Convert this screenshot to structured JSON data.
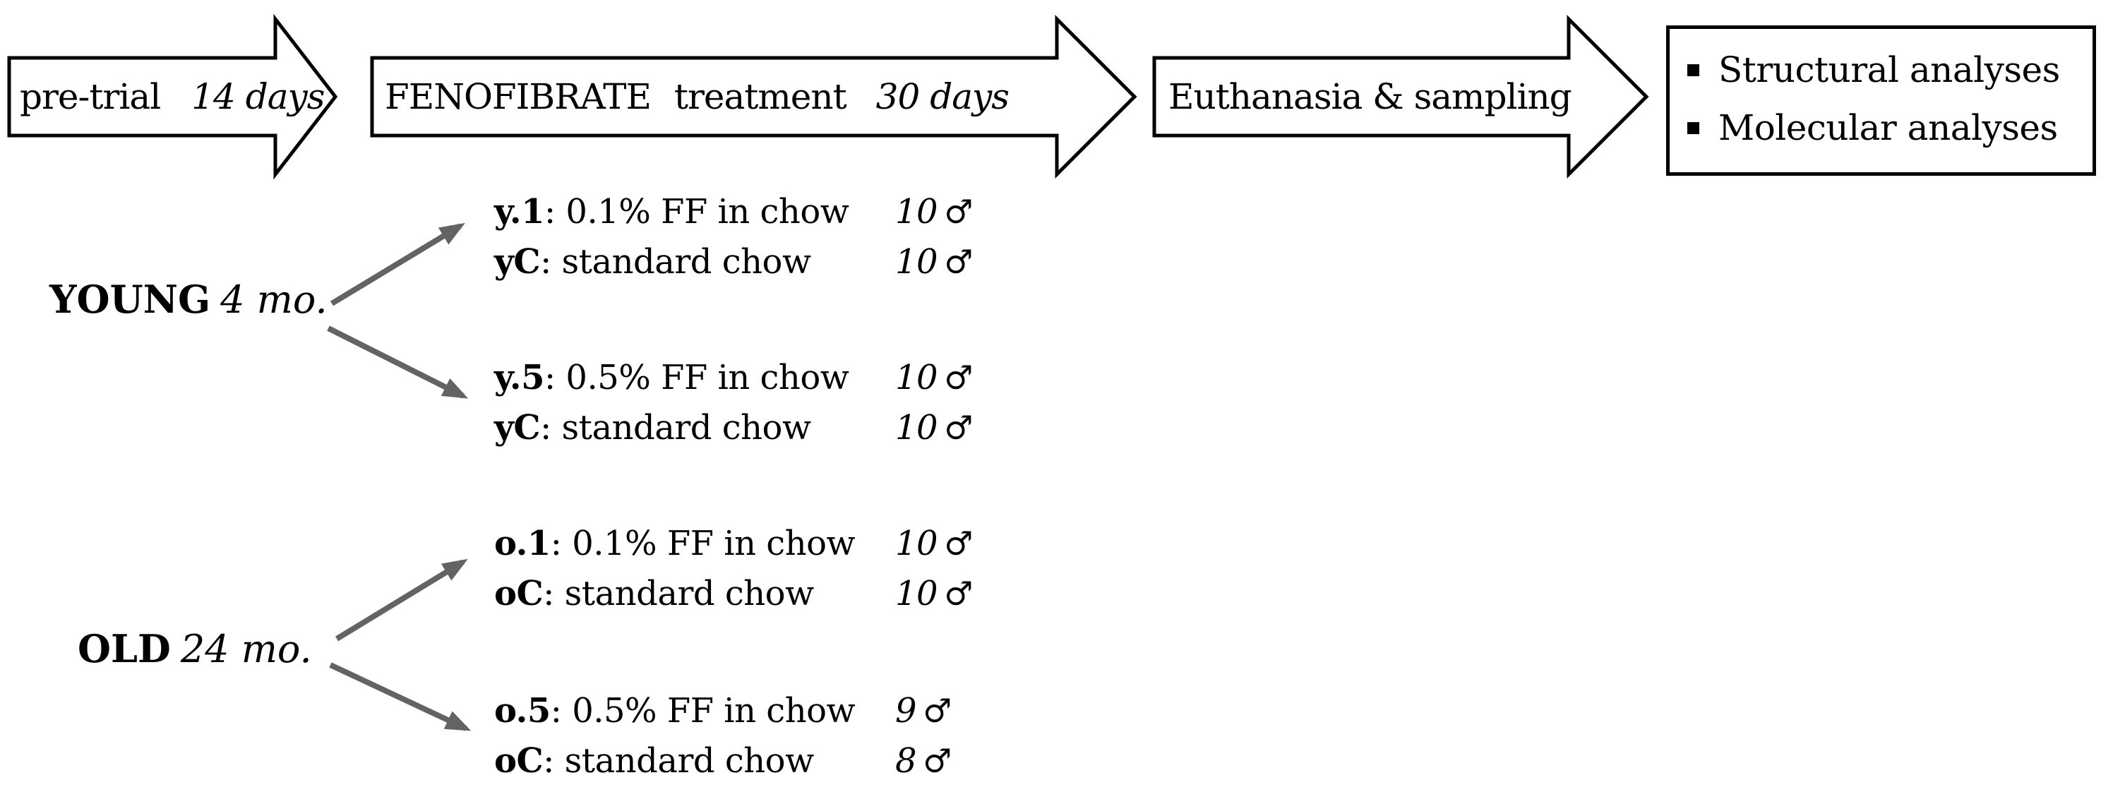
{
  "colors": {
    "ink": "#000000",
    "gray_arrow": "#636363",
    "background": "#ffffff"
  },
  "timeline": {
    "stages": [
      {
        "label": "pre-trial",
        "duration": "14 days"
      },
      {
        "label": "FENOFIBRATE treatment",
        "duration": "30 days"
      },
      {
        "label": "Euthanasia & sampling"
      }
    ]
  },
  "outcomes": {
    "bullets": [
      "Structural analyses",
      "Molecular analyses"
    ]
  },
  "cohorts": [
    {
      "name": "YOUNG",
      "age": "4 mo.",
      "branches": [
        {
          "rows": [
            {
              "code": "y.1",
              "desc": ": 0.1% FF in chow",
              "count": "10",
              "sex": "♂"
            },
            {
              "code": "yC",
              "desc": ": standard chow",
              "count": "10",
              "sex": "♂"
            }
          ]
        },
        {
          "rows": [
            {
              "code": "y.5",
              "desc": ": 0.5% FF in chow",
              "count": "10",
              "sex": "♂"
            },
            {
              "code": "yC",
              "desc": ": standard chow",
              "count": "10",
              "sex": "♂"
            }
          ]
        }
      ]
    },
    {
      "name": "OLD",
      "age": "24 mo.",
      "branches": [
        {
          "rows": [
            {
              "code": "o.1",
              "desc": ": 0.1% FF in chow",
              "count": "10",
              "sex": "♂"
            },
            {
              "code": "oC",
              "desc": ": standard chow",
              "count": "10",
              "sex": "♂"
            }
          ]
        },
        {
          "rows": [
            {
              "code": "o.5",
              "desc": ": 0.5% FF in chow",
              "count": "9",
              "sex": "♂"
            },
            {
              "code": "oC",
              "desc": ": standard chow",
              "count": "8",
              "sex": "♂"
            }
          ]
        }
      ]
    }
  ]
}
